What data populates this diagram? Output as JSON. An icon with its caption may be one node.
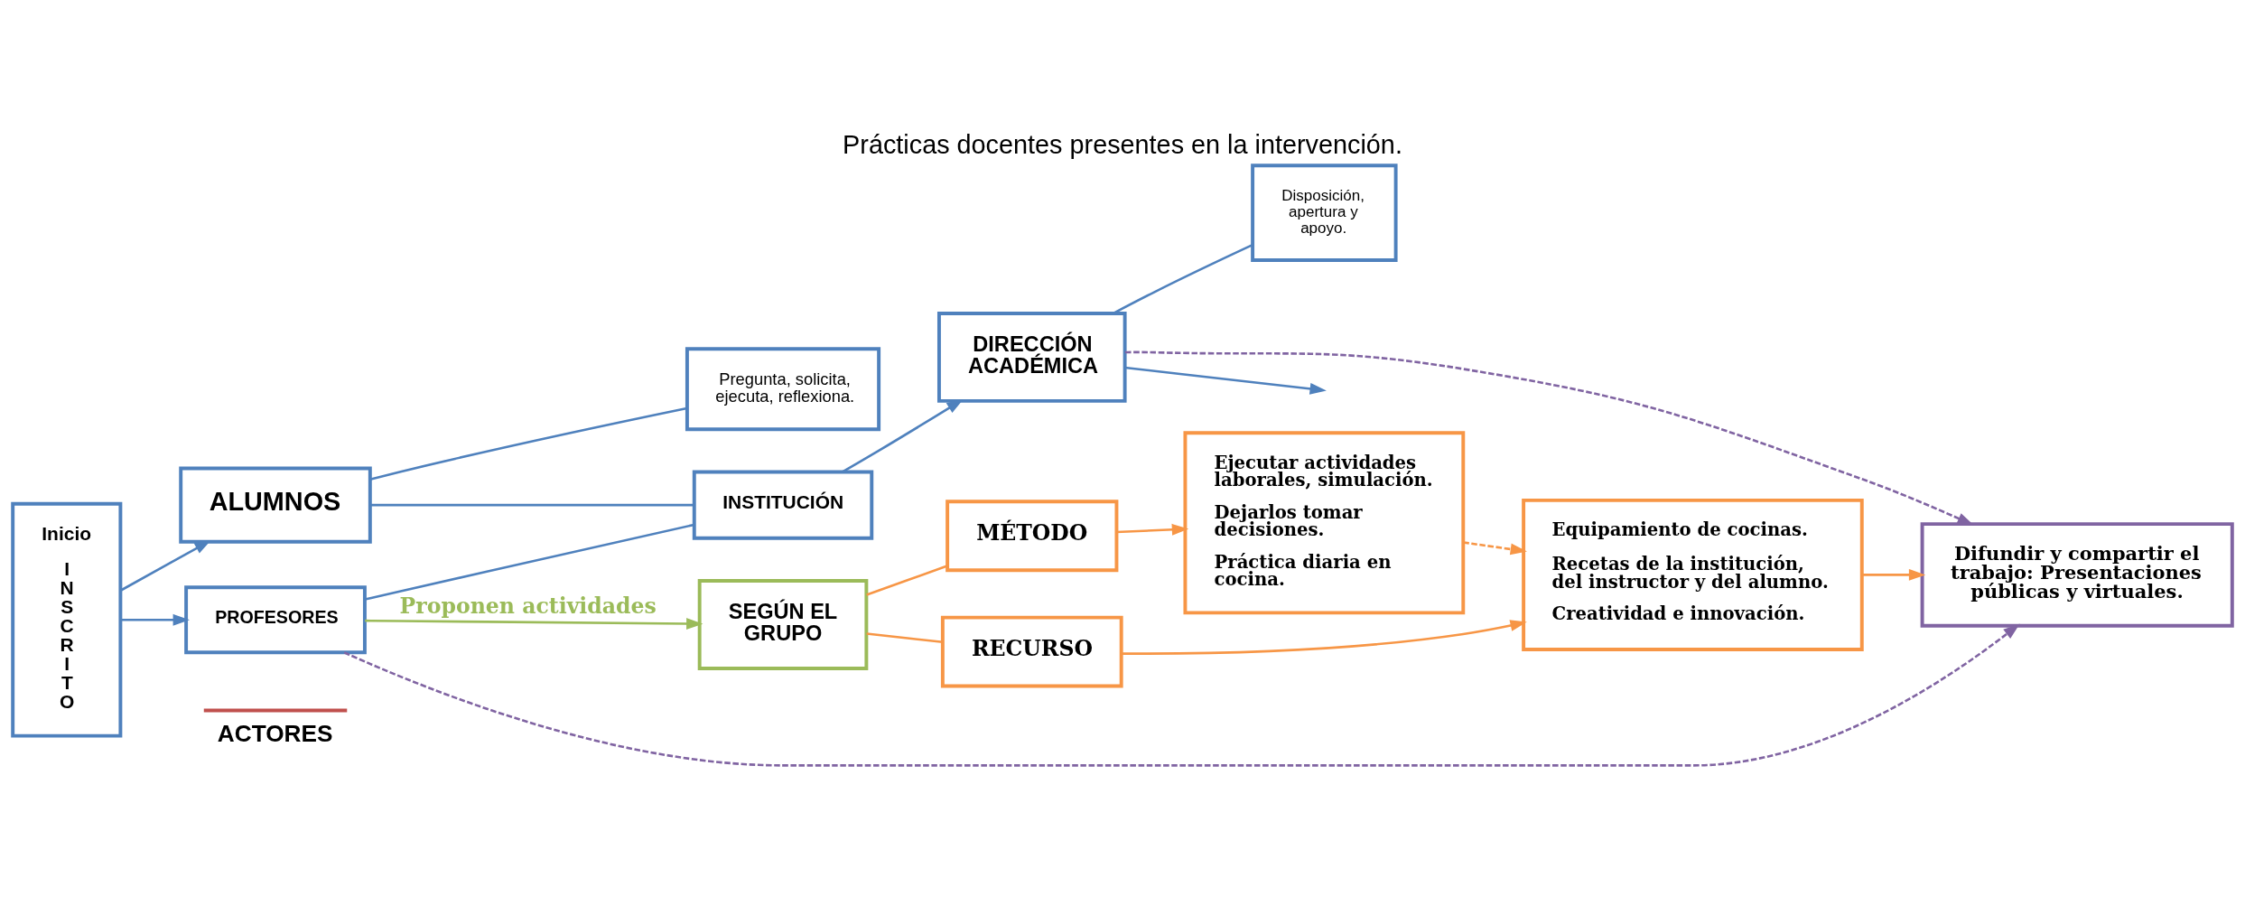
{
  "diagram": {
    "title": "Prácticas docentes presentes en la intervención.",
    "nodes": [
      {
        "text": [
          "Inicio",
          "I N S C R I T O"
        ]
      },
      {
        "text": [
          "ALUMNOS"
        ]
      },
      {
        "text": [
          "PROFESORES"
        ]
      },
      {
        "text": [
          "Pregunta, solicita, ejecuta, reflexiona."
        ]
      },
      {
        "text": [
          "INSTITUCIÓN"
        ]
      },
      {
        "text": [
          "DIRECCIÓN ACADÉMICA"
        ]
      },
      {
        "text": [
          "Disposición, apertura y apoyo."
        ]
      },
      {
        "text": [
          "SEGÚN EL GRUPO"
        ]
      },
      {
        "text": [
          "MÉTODO"
        ]
      },
      {
        "text": [
          "RECURSO"
        ]
      },
      {
        "text": [
          "Ejecutar actividades laborales, simulación.",
          "Dejarlos tomar decisiones.",
          "Práctica diaria en cocina."
        ]
      },
      {
        "text": [
          "Equipamiento de cocinas.",
          "Recetas de la institución, del instructor y del alumno.",
          "Creatividad e innovación."
        ]
      },
      {
        "text": [
          "Difundir y compartir el trabajo: Presentaciones públicas y virtuales."
        ]
      }
    ],
    "edges": [
      {
        "from": 0,
        "to": 1,
        "arrow": "to"
      },
      {
        "from": 0,
        "to": 2,
        "arrow": "to"
      },
      {
        "from": 1,
        "to": 3,
        "arrow": "none"
      },
      {
        "from": 1,
        "to": 4,
        "arrow": "none"
      },
      {
        "from": 2,
        "to": 4,
        "arrow": "none"
      },
      {
        "from": 4,
        "to": 5,
        "arrow": "to"
      },
      {
        "from": 5,
        "to": 6,
        "arrow": "none"
      },
      {
        "from": 5,
        "to": null,
        "arrow": "to"
      },
      {
        "from": 2,
        "to": 7,
        "arrow": "to",
        "label": "Proponen actividades",
        "color": "#9bbb59"
      },
      {
        "from": 7,
        "to": 8,
        "arrow": "none",
        "color": "#f79646"
      },
      {
        "from": 7,
        "to": 9,
        "arrow": "none",
        "color": "#f79646"
      },
      {
        "from": 8,
        "to": 10,
        "arrow": "to",
        "color": "#f79646"
      },
      {
        "from": 9,
        "to": 11,
        "arrow": "to",
        "color": "#f79646"
      },
      {
        "from": 10,
        "to": 11,
        "arrow": "to",
        "style": "dashed",
        "color": "#f79646"
      },
      {
        "from": 11,
        "to": 12,
        "arrow": "to",
        "color": "#f79646"
      },
      {
        "from": 2,
        "to": 12,
        "arrow": "to",
        "style": "dashed",
        "color": "#8064a2"
      },
      {
        "from": 5,
        "to": 12,
        "arrow": "to",
        "style": "dashed",
        "color": "#8064a2"
      }
    ],
    "labels": [
      "ACTORES"
    ]
  }
}
